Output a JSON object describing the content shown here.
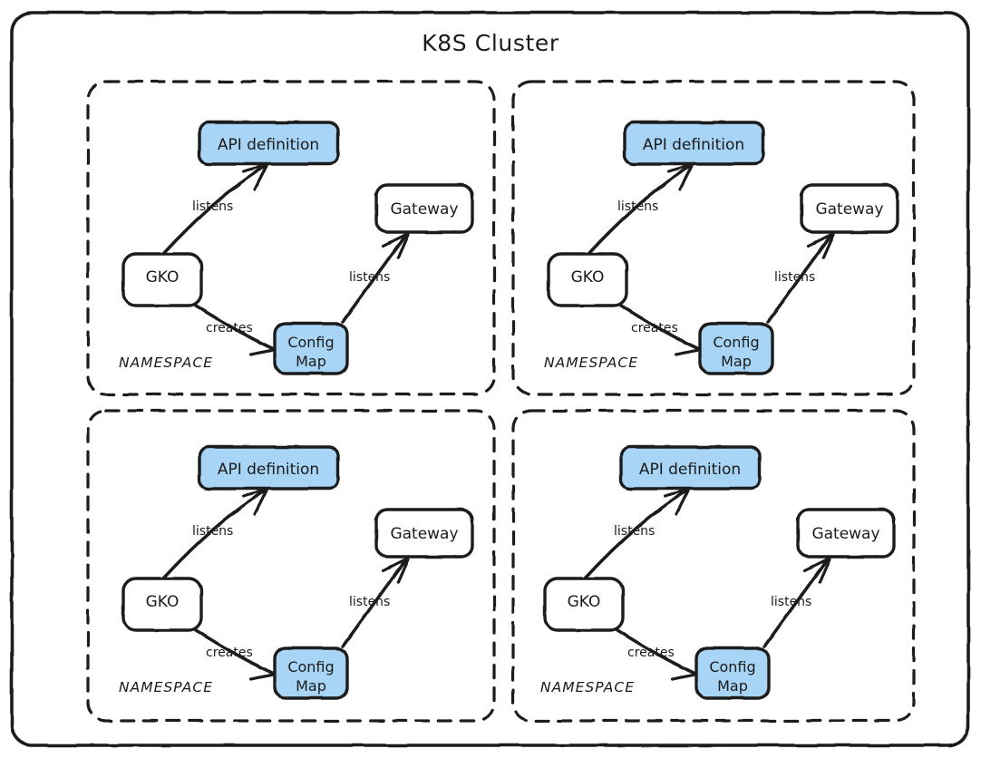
{
  "diagram": {
    "title": "K8S Cluster",
    "style": "hand-drawn",
    "colors": {
      "stroke": "#1b1b1b",
      "node_fill_highlight": "#a8d5f5",
      "node_fill_plain": "#ffffff",
      "background": "#ffffff"
    },
    "namespaces": [
      {
        "id": "ns-1",
        "label": "NAMESPACE",
        "nodes": [
          {
            "id": "api-definition",
            "label": "API definition",
            "highlight": true
          },
          {
            "id": "gateway",
            "label": "Gateway",
            "highlight": false
          },
          {
            "id": "gko",
            "label": "GKO",
            "highlight": false
          },
          {
            "id": "config-map",
            "label_line1": "Config",
            "label_line2": "Map",
            "highlight": true
          }
        ],
        "edges": [
          {
            "from": "gko",
            "to": "api-definition",
            "label": "listens"
          },
          {
            "from": "gko",
            "to": "config-map",
            "label": "creates"
          },
          {
            "from": "config-map",
            "to": "gateway",
            "label": "listens"
          }
        ]
      },
      {
        "id": "ns-2",
        "label": "NAMESPACE",
        "nodes": [
          {
            "id": "api-definition",
            "label": "API definition",
            "highlight": true
          },
          {
            "id": "gateway",
            "label": "Gateway",
            "highlight": false
          },
          {
            "id": "gko",
            "label": "GKO",
            "highlight": false
          },
          {
            "id": "config-map",
            "label_line1": "Config",
            "label_line2": "Map",
            "highlight": true
          }
        ],
        "edges": [
          {
            "from": "gko",
            "to": "api-definition",
            "label": "listens"
          },
          {
            "from": "gko",
            "to": "config-map",
            "label": "creates"
          },
          {
            "from": "config-map",
            "to": "gateway",
            "label": "listens"
          }
        ]
      },
      {
        "id": "ns-3",
        "label": "NAMESPACE",
        "nodes": [
          {
            "id": "api-definition",
            "label": "API definition",
            "highlight": true
          },
          {
            "id": "gateway",
            "label": "Gateway",
            "highlight": false
          },
          {
            "id": "gko",
            "label": "GKO",
            "highlight": false
          },
          {
            "id": "config-map",
            "label_line1": "Config",
            "label_line2": "Map",
            "highlight": true
          }
        ],
        "edges": [
          {
            "from": "gko",
            "to": "api-definition",
            "label": "listens"
          },
          {
            "from": "gko",
            "to": "config-map",
            "label": "creates"
          },
          {
            "from": "config-map",
            "to": "gateway",
            "label": "listens"
          }
        ]
      },
      {
        "id": "ns-4",
        "label": "NAMESPACE",
        "nodes": [
          {
            "id": "api-definition",
            "label": "API definition",
            "highlight": true
          },
          {
            "id": "gateway",
            "label": "Gateway",
            "highlight": false
          },
          {
            "id": "gko",
            "label": "GKO",
            "highlight": false
          },
          {
            "id": "config-map",
            "label_line1": "Config",
            "label_line2": "Map",
            "highlight": true
          }
        ],
        "edges": [
          {
            "from": "gko",
            "to": "api-definition",
            "label": "listens"
          },
          {
            "from": "gko",
            "to": "config-map",
            "label": "creates"
          },
          {
            "from": "config-map",
            "to": "gateway",
            "label": "listens"
          }
        ]
      }
    ]
  }
}
